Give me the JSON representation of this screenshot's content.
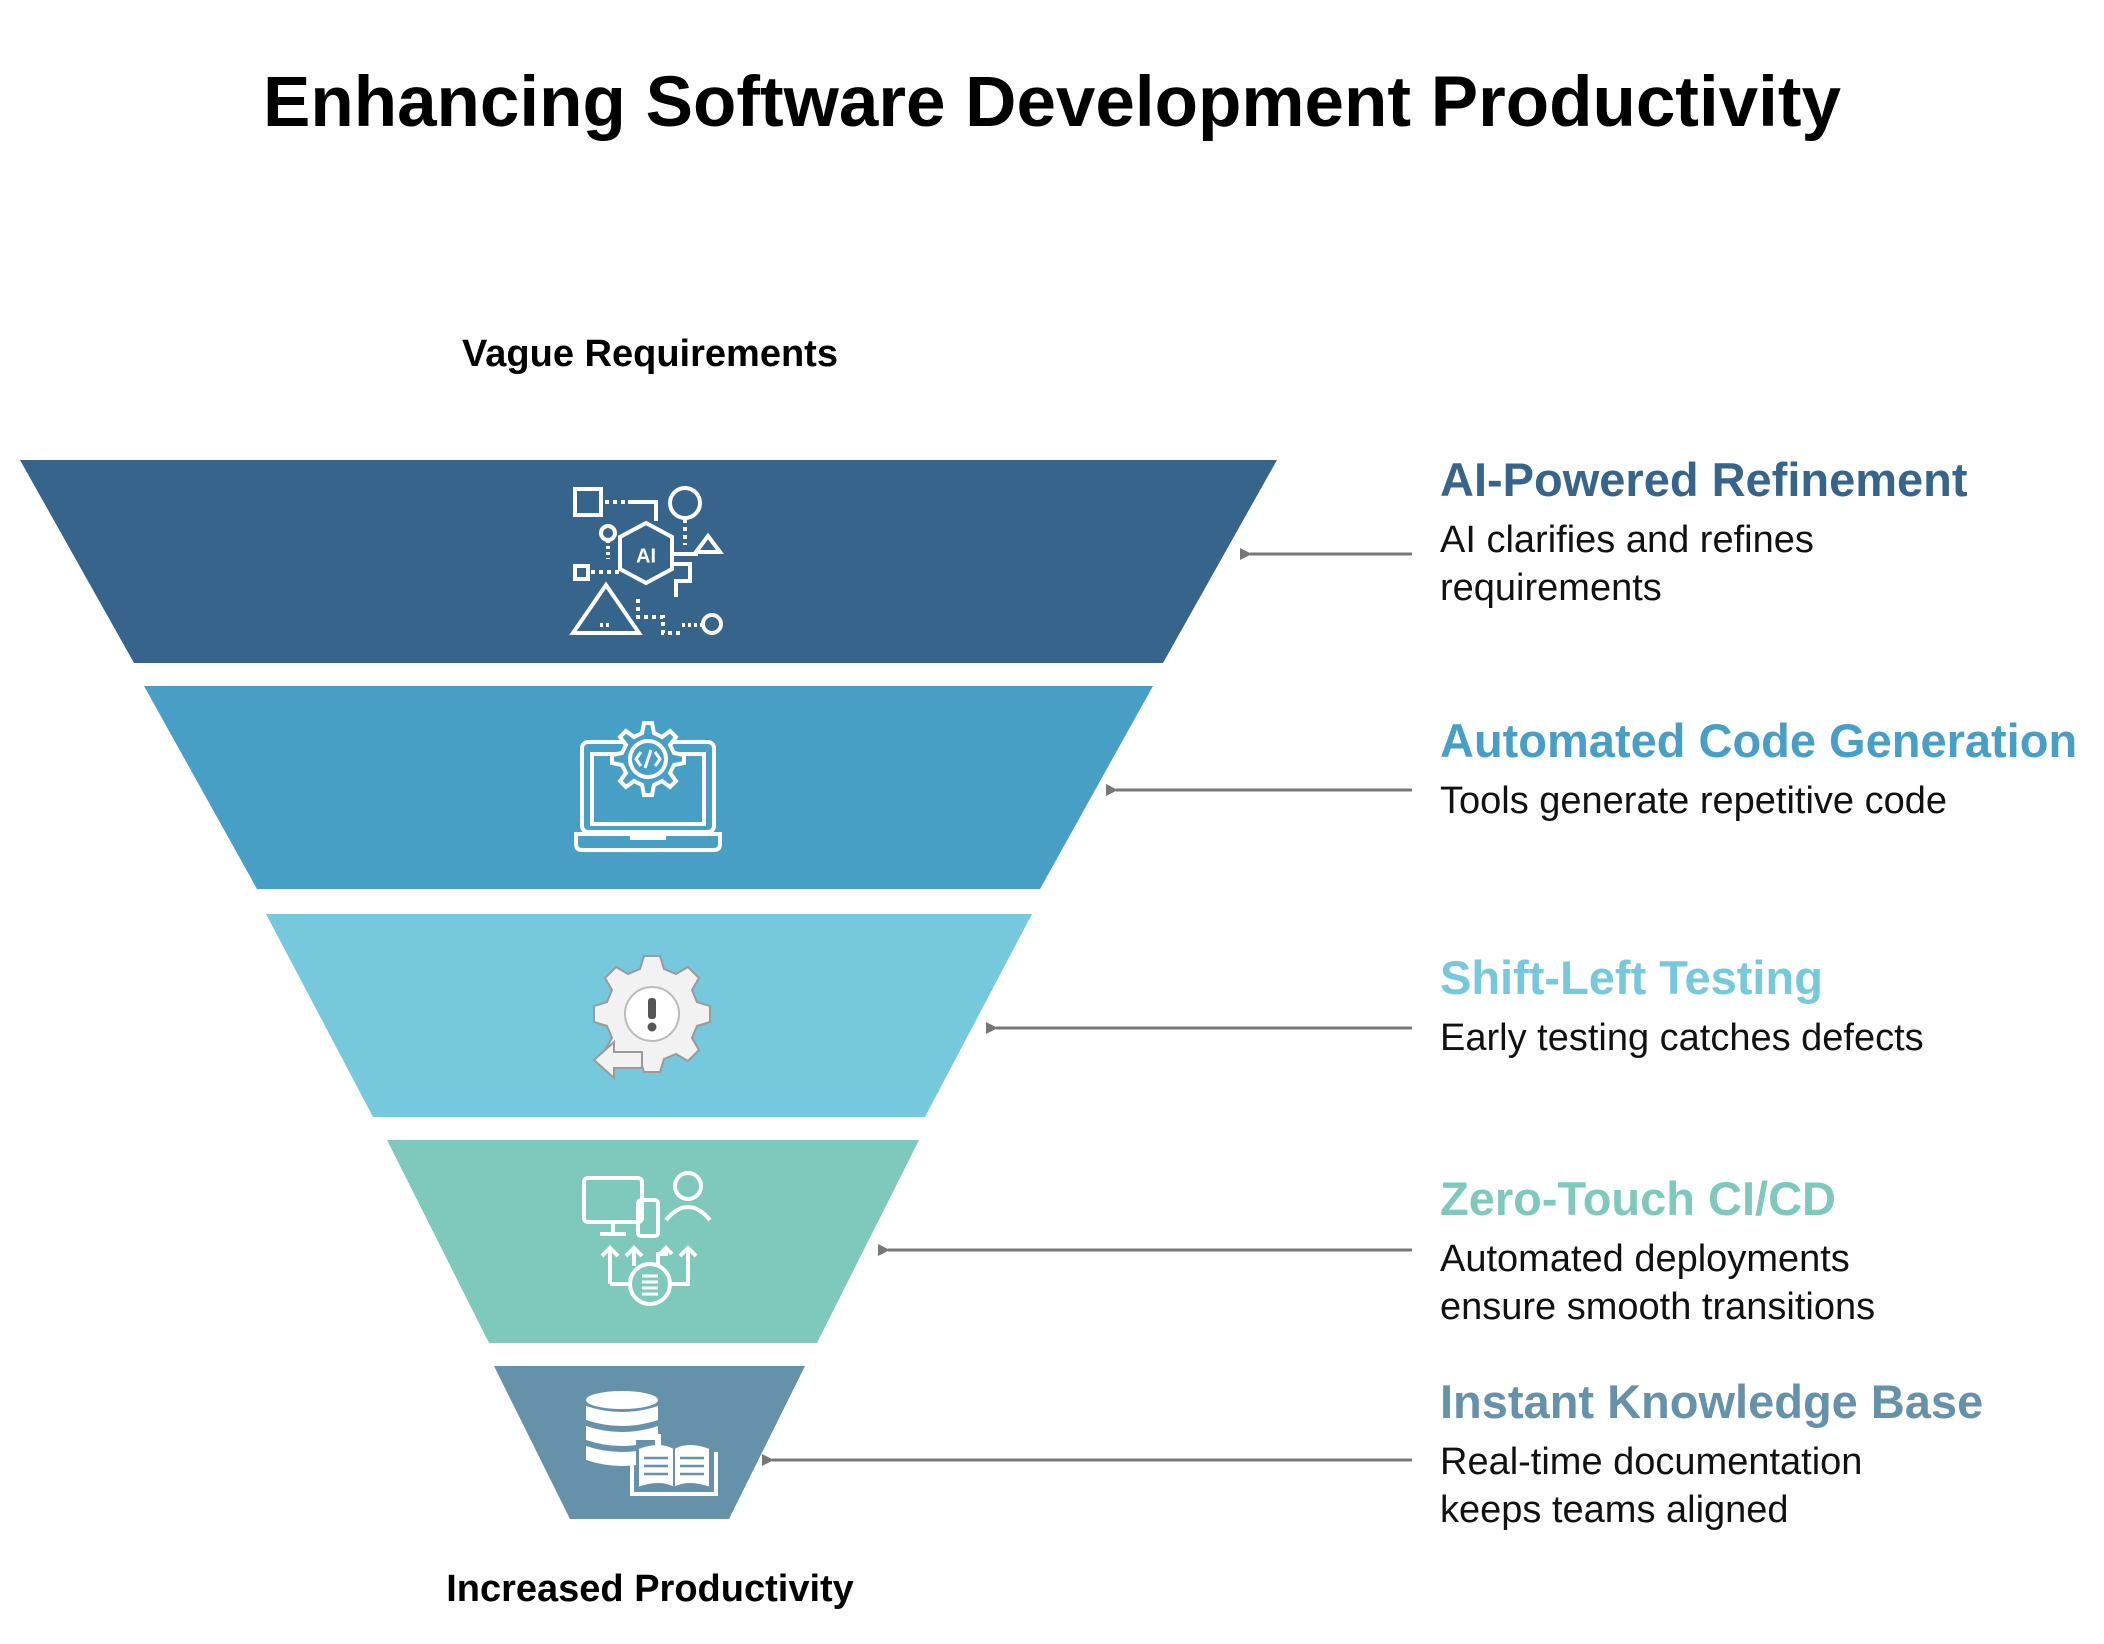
{
  "title": "Enhancing Software Development Productivity",
  "funnel_top_label": "Vague Requirements",
  "funnel_bottom_label": "Increased Productivity",
  "stages": [
    {
      "title": "AI-Powered Refinement",
      "description": "AI clarifies and refines requirements",
      "color": "#36648B",
      "icon": "ai-network-icon"
    },
    {
      "title": "Automated Code Generation",
      "description": "Tools generate repetitive code",
      "color": "#489FC6",
      "icon": "laptop-code-gear-icon"
    },
    {
      "title": "Shift-Left Testing",
      "description": "Early testing catches defects",
      "color": "#76C8DD",
      "icon": "gear-alert-arrow-icon"
    },
    {
      "title": "Zero-Touch CI/CD",
      "description": "Automated deployments ensure smooth transitions",
      "color": "#7EC9BC",
      "icon": "deployment-devices-icon"
    },
    {
      "title": "Instant Knowledge Base",
      "description": "Real-time documentation keeps teams aligned",
      "color": "#6591AB",
      "icon": "database-book-icon"
    }
  ],
  "arrow_color": "#777777"
}
